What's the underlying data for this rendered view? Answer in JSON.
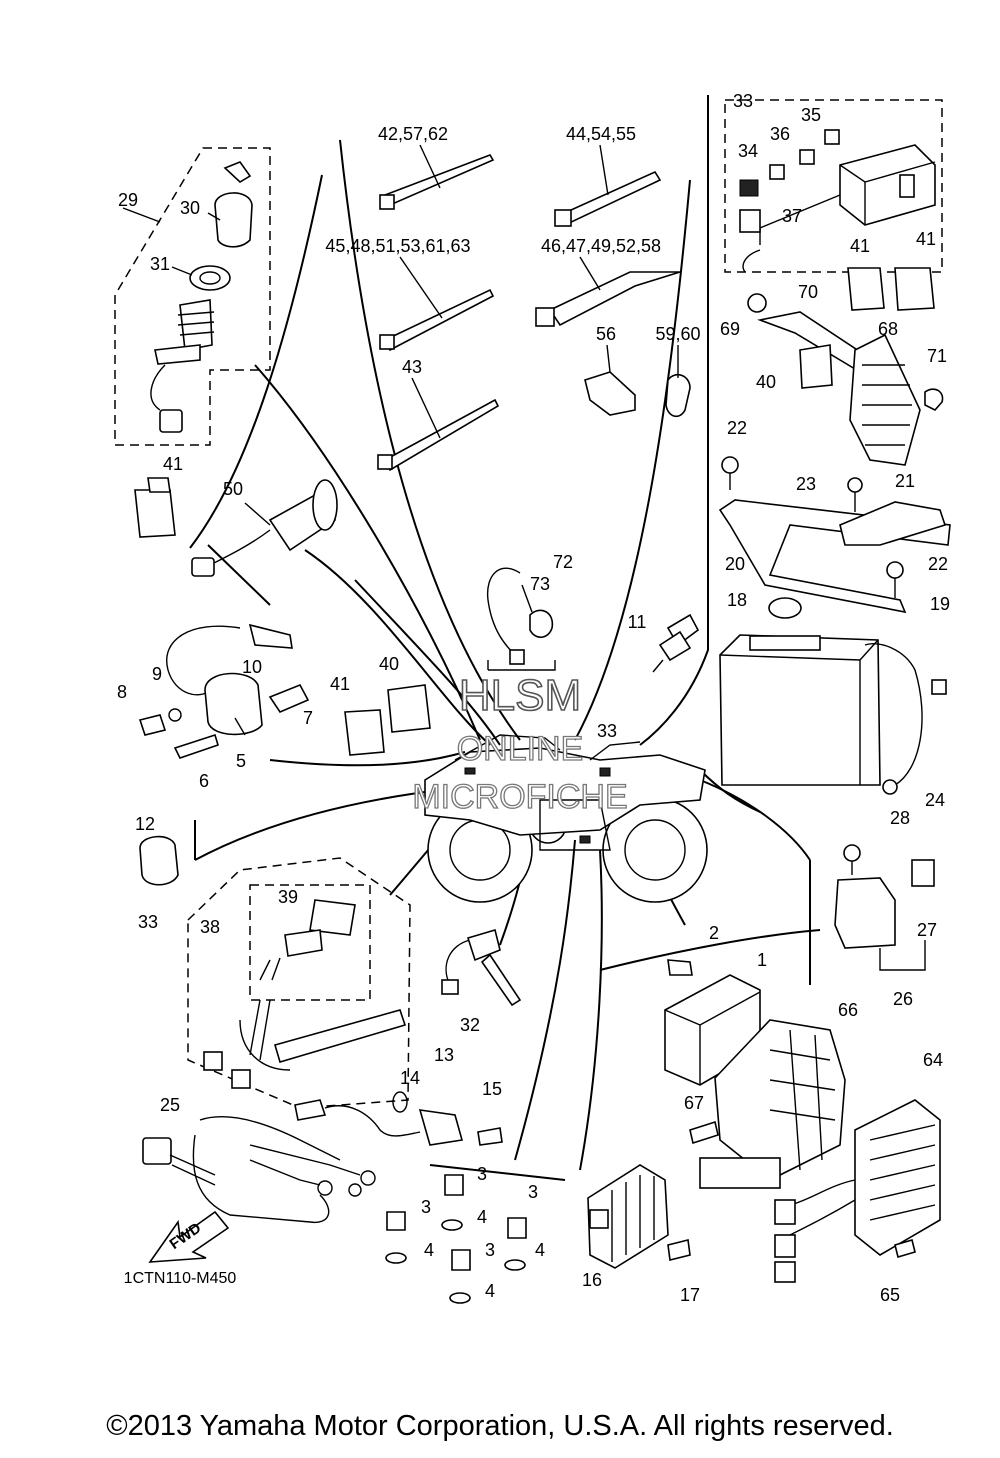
{
  "diagram_code": "1CTN110-M450",
  "copyright": "©2013 Yamaha Motor Corporation, U.S.A. All rights reserved.",
  "watermark": [
    "HLSM",
    "ONLINE",
    "MICROFICHE"
  ],
  "fwd_label": "FWD",
  "callouts": [
    {
      "id": "c-29",
      "text": "29"
    },
    {
      "id": "c-30",
      "text": "30"
    },
    {
      "id": "c-31",
      "text": "31"
    },
    {
      "id": "c-41a",
      "text": "41"
    },
    {
      "id": "c-50",
      "text": "50"
    },
    {
      "id": "c-42g",
      "text": "42,57,62"
    },
    {
      "id": "c-45g",
      "text": "45,48,51,53,61,63"
    },
    {
      "id": "c-43",
      "text": "43"
    },
    {
      "id": "c-44g",
      "text": "44,54,55"
    },
    {
      "id": "c-46g",
      "text": "46,47,49,52,58"
    },
    {
      "id": "c-56",
      "text": "56"
    },
    {
      "id": "c-5960",
      "text": "59,60"
    },
    {
      "id": "c-33a",
      "text": "33"
    },
    {
      "id": "c-35",
      "text": "35"
    },
    {
      "id": "c-36",
      "text": "36"
    },
    {
      "id": "c-34",
      "text": "34"
    },
    {
      "id": "c-37",
      "text": "37"
    },
    {
      "id": "c-41b",
      "text": "41"
    },
    {
      "id": "c-41c",
      "text": "41"
    },
    {
      "id": "c-70",
      "text": "70"
    },
    {
      "id": "c-69",
      "text": "69"
    },
    {
      "id": "c-68",
      "text": "68"
    },
    {
      "id": "c-71",
      "text": "71"
    },
    {
      "id": "c-40a",
      "text": "40"
    },
    {
      "id": "c-22a",
      "text": "22"
    },
    {
      "id": "c-23",
      "text": "23"
    },
    {
      "id": "c-21",
      "text": "21"
    },
    {
      "id": "c-20",
      "text": "20"
    },
    {
      "id": "c-22b",
      "text": "22"
    },
    {
      "id": "c-19",
      "text": "19"
    },
    {
      "id": "c-18",
      "text": "18"
    },
    {
      "id": "c-24",
      "text": "24"
    },
    {
      "id": "c-72",
      "text": "72"
    },
    {
      "id": "c-73",
      "text": "73"
    },
    {
      "id": "c-11",
      "text": "11"
    },
    {
      "id": "c-10",
      "text": "10"
    },
    {
      "id": "c-9",
      "text": "9"
    },
    {
      "id": "c-8",
      "text": "8"
    },
    {
      "id": "c-7",
      "text": "7"
    },
    {
      "id": "c-5",
      "text": "5"
    },
    {
      "id": "c-6",
      "text": "6"
    },
    {
      "id": "c-41d",
      "text": "41"
    },
    {
      "id": "c-40b",
      "text": "40"
    },
    {
      "id": "c-33b",
      "text": "33"
    },
    {
      "id": "c-12",
      "text": "12"
    },
    {
      "id": "c-28",
      "text": "28"
    },
    {
      "id": "c-27",
      "text": "27"
    },
    {
      "id": "c-26",
      "text": "26"
    },
    {
      "id": "c-33c",
      "text": "33"
    },
    {
      "id": "c-38",
      "text": "38"
    },
    {
      "id": "c-39",
      "text": "39"
    },
    {
      "id": "c-32",
      "text": "32"
    },
    {
      "id": "c-2",
      "text": "2"
    },
    {
      "id": "c-1",
      "text": "1"
    },
    {
      "id": "c-66",
      "text": "66"
    },
    {
      "id": "c-64",
      "text": "64"
    },
    {
      "id": "c-67",
      "text": "67"
    },
    {
      "id": "c-13",
      "text": "13"
    },
    {
      "id": "c-14",
      "text": "14"
    },
    {
      "id": "c-15",
      "text": "15"
    },
    {
      "id": "c-25",
      "text": "25"
    },
    {
      "id": "c-3a",
      "text": "3"
    },
    {
      "id": "c-3b",
      "text": "3"
    },
    {
      "id": "c-3c",
      "text": "3"
    },
    {
      "id": "c-3d",
      "text": "3"
    },
    {
      "id": "c-4a",
      "text": "4"
    },
    {
      "id": "c-4b",
      "text": "4"
    },
    {
      "id": "c-4c",
      "text": "4"
    },
    {
      "id": "c-4d",
      "text": "4"
    },
    {
      "id": "c-16",
      "text": "16"
    },
    {
      "id": "c-17",
      "text": "17"
    },
    {
      "id": "c-65",
      "text": "65"
    }
  ]
}
